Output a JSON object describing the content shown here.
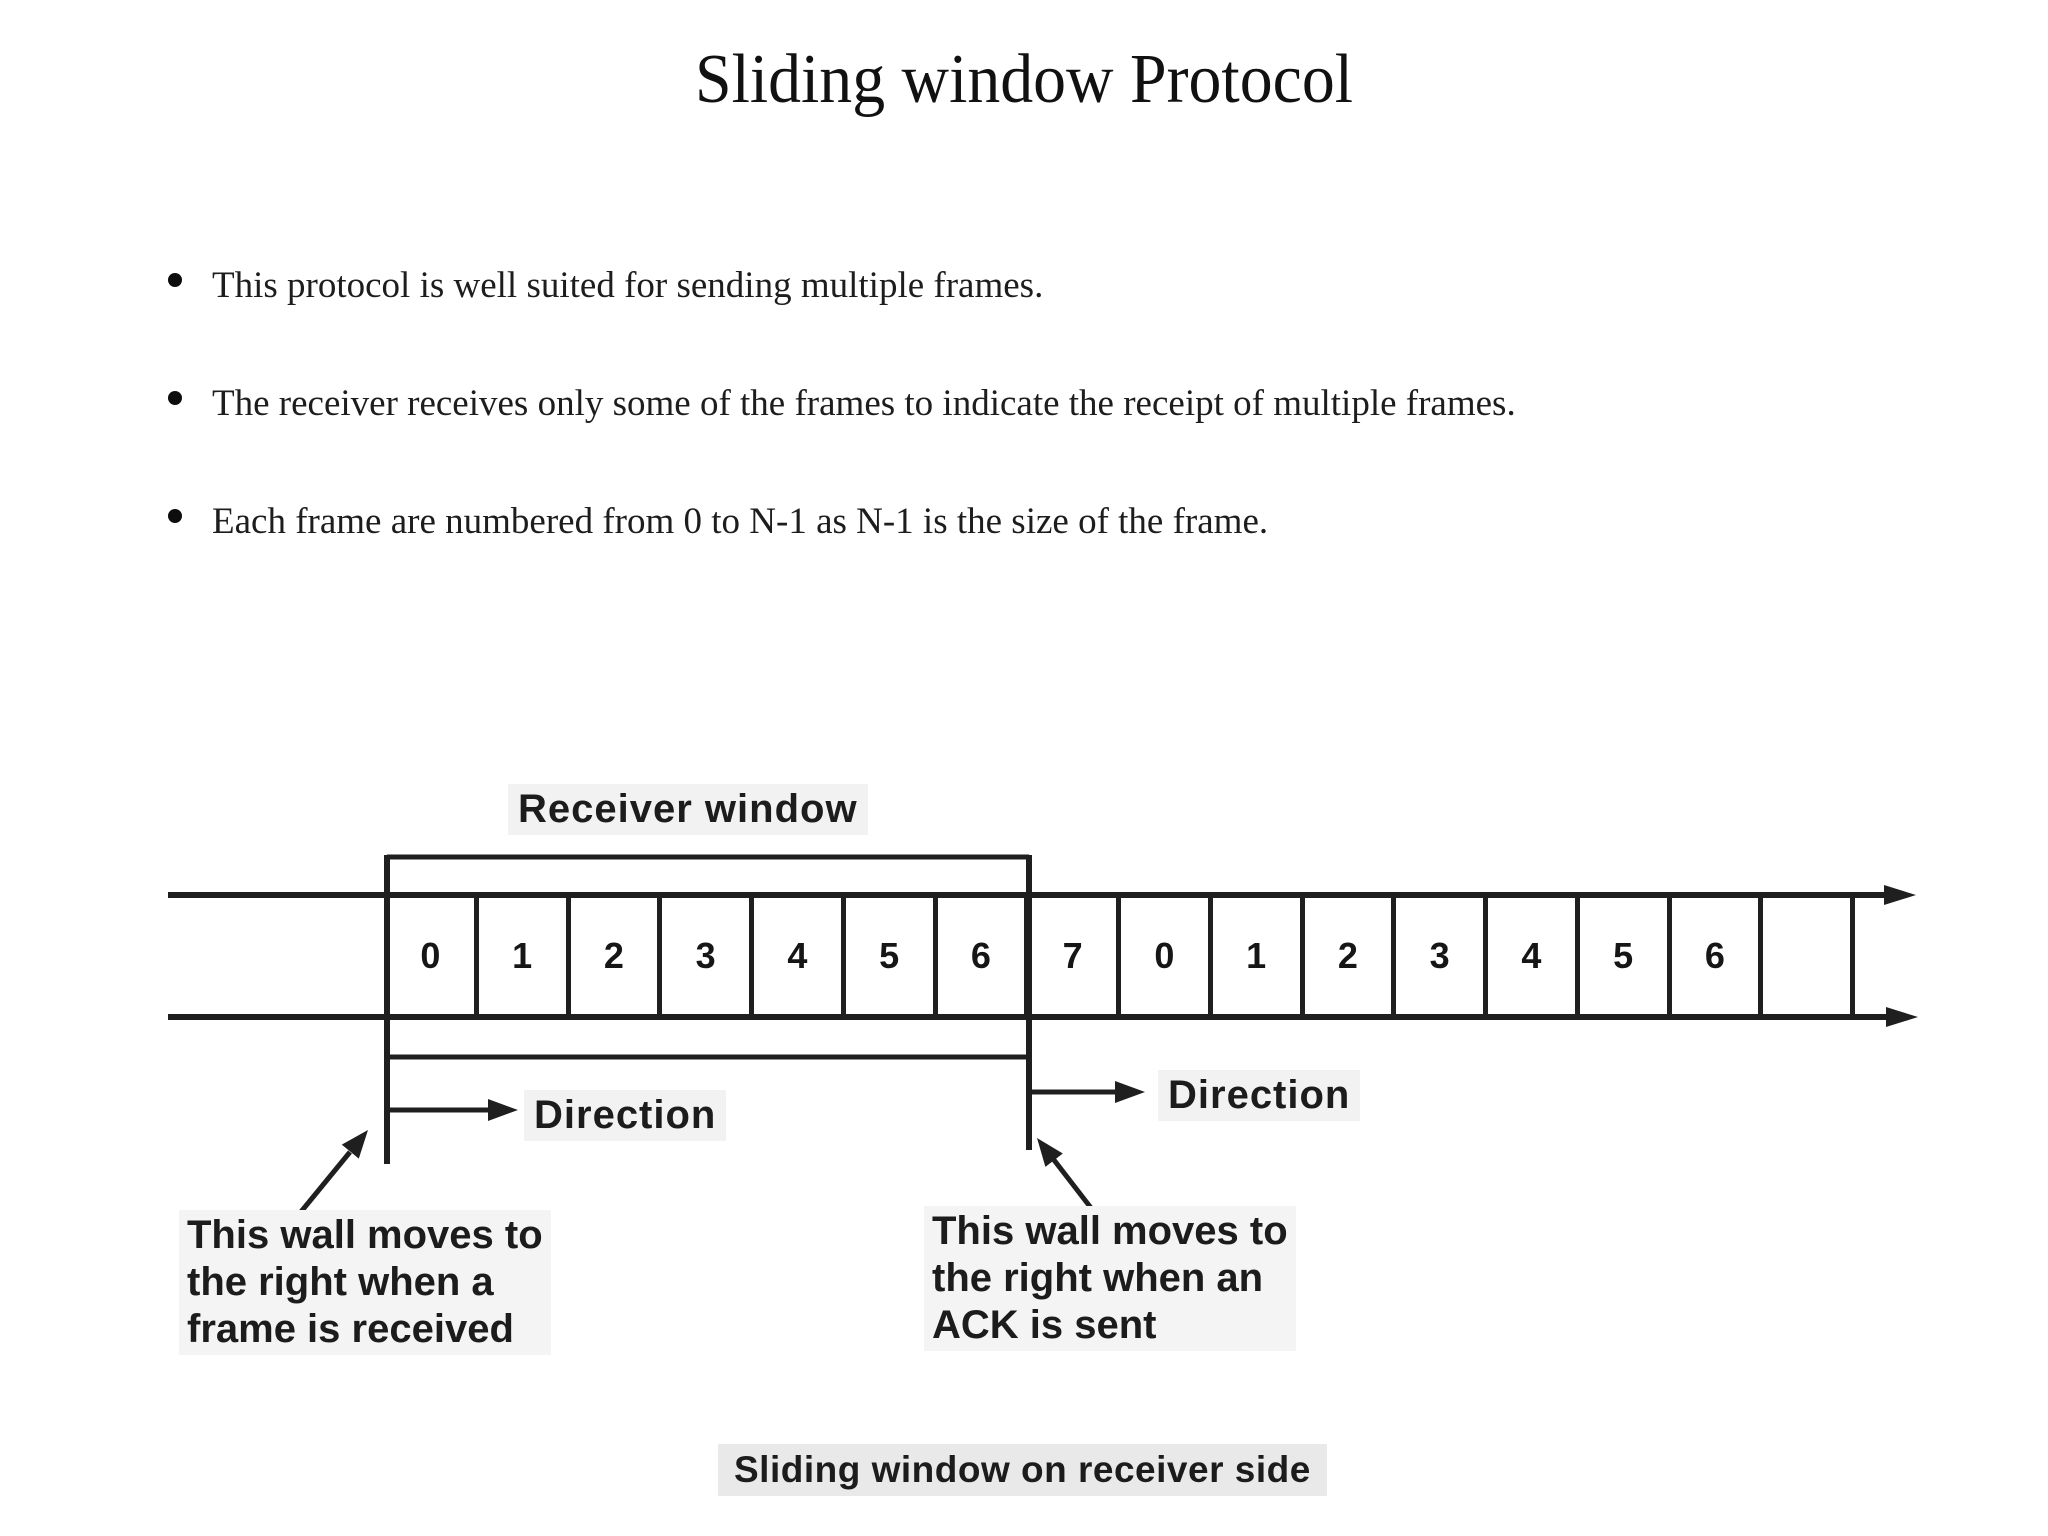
{
  "title": "Sliding window Protocol",
  "bullets": [
    "This protocol is well suited for sending multiple frames.",
    "The receiver receives only some of the frames to indicate the receipt of multiple frames.",
    "Each frame are numbered from 0 to N-1 as N-1 is the size of the frame."
  ],
  "diagram": {
    "window_label": "Receiver window",
    "cells": [
      "0",
      "1",
      "2",
      "3",
      "4",
      "5",
      "6",
      "7",
      "0",
      "1",
      "2",
      "3",
      "4",
      "5",
      "6",
      ""
    ],
    "direction_left_label": "Direction",
    "direction_right_label": "Direction",
    "wall_note_left": "This wall moves to\nthe right when a\nframe is received",
    "wall_note_right": "This wall moves to\nthe right when an\nACK is sent",
    "caption": "Sliding window on receiver side",
    "ink_color": "#1f1f1f",
    "scan_highlight_color": "#e9e9e9"
  }
}
